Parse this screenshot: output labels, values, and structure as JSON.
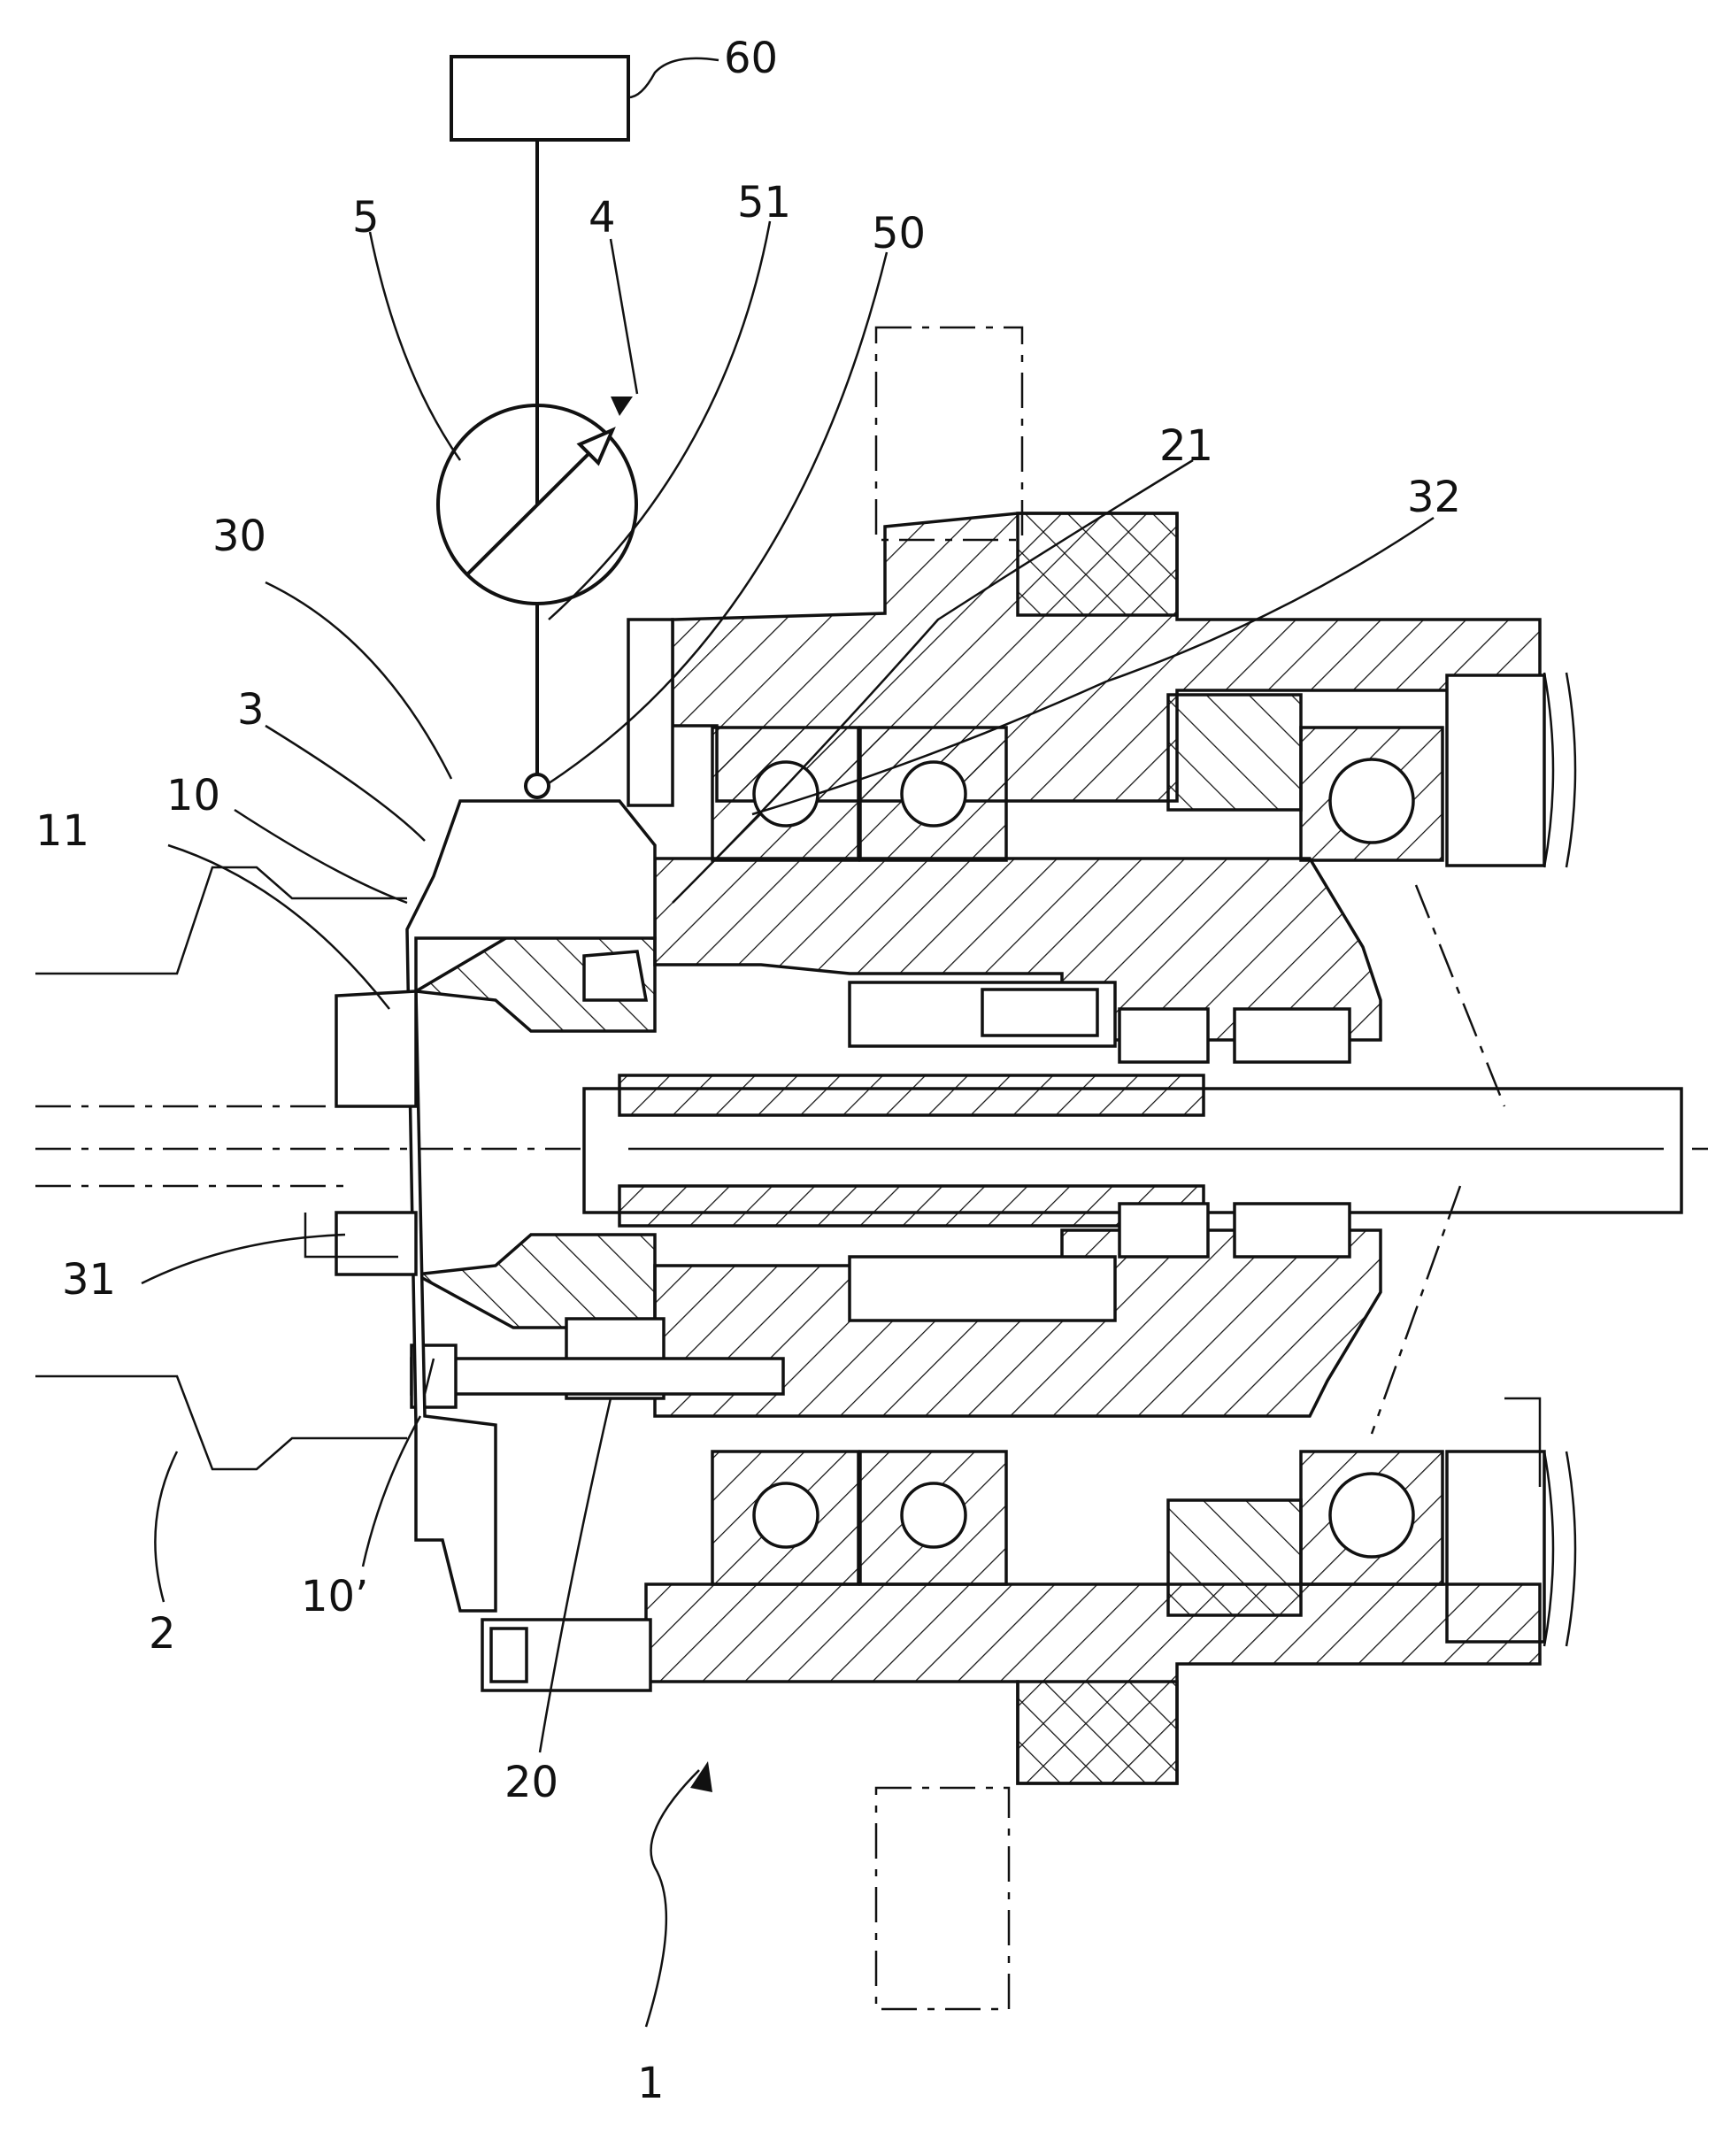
{
  "figure": {
    "labels": {
      "l60": "60",
      "l5": "5",
      "l4": "4",
      "l51": "51",
      "l50": "50",
      "l21": "21",
      "l32": "32",
      "l30": "30",
      "l3": "3",
      "l10": "10",
      "l11": "11",
      "l31": "31",
      "l2": "2",
      "l10p": "10’",
      "l20": "20",
      "l1": "1"
    }
  }
}
